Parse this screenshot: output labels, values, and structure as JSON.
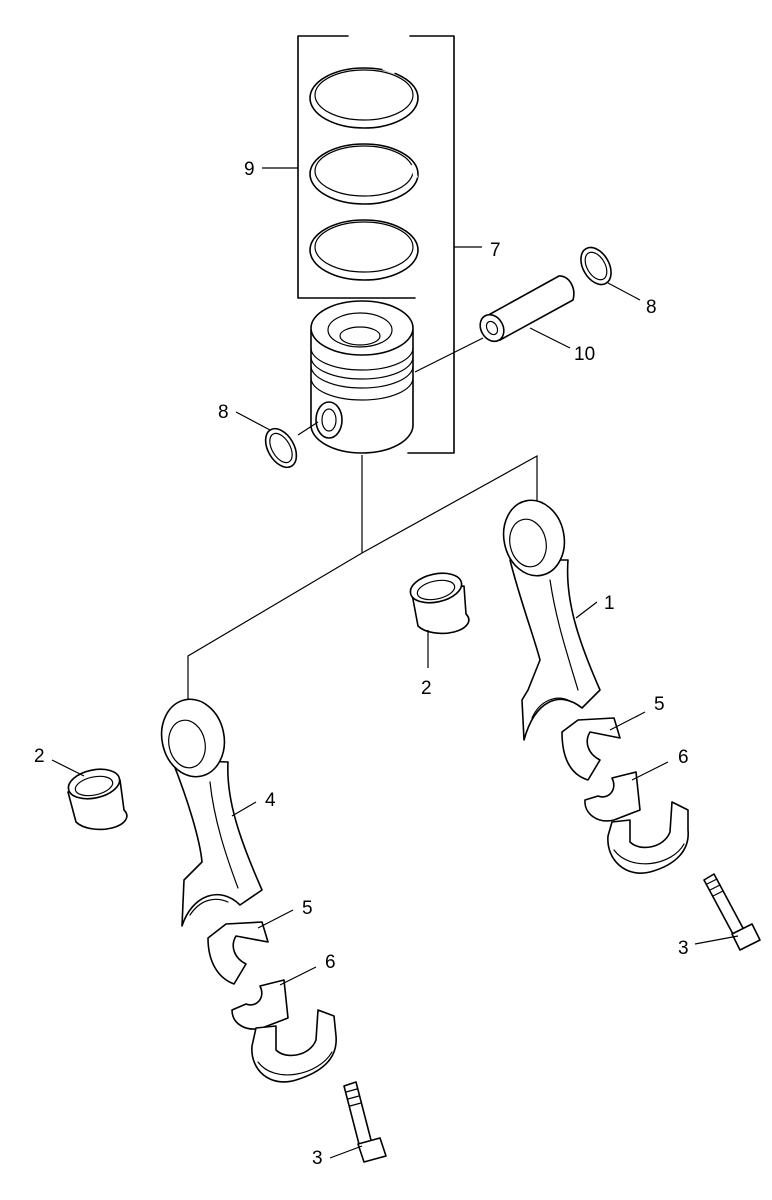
{
  "callouts": {
    "piston_rings": "9",
    "piston_assembly": "7",
    "circlip_right": "8",
    "piston_pin": "10",
    "circlip_left": "8",
    "rod_right": "1",
    "bushing_center": "2",
    "bushing_left": "2",
    "bearing_upper_right": "5",
    "bearing_lower_right": "6",
    "rod_left": "4",
    "bearing_upper_left": "5",
    "bearing_lower_left": "6",
    "bolt_right": "3",
    "bolt_left": "3"
  }
}
